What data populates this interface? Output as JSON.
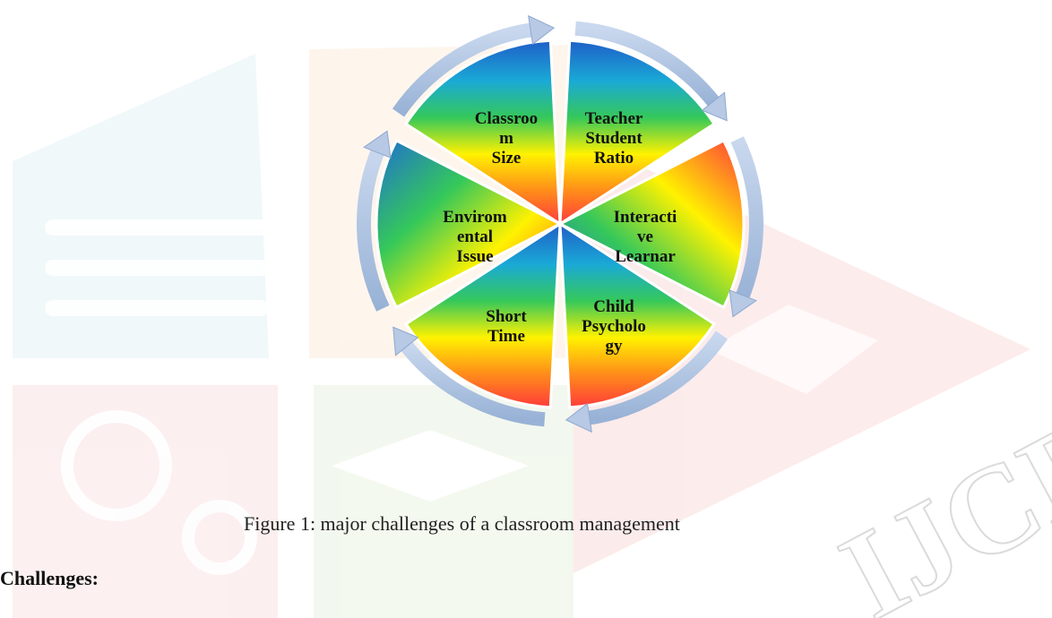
{
  "diagram": {
    "segments": [
      {
        "id": "classroom-size",
        "lines": [
          "Classroo",
          "m",
          "Size"
        ]
      },
      {
        "id": "teacher-student-ratio",
        "lines": [
          "Teacher",
          "Student",
          "Ratio"
        ]
      },
      {
        "id": "interactive-learnar",
        "lines": [
          "Interacti",
          "ve",
          "Learnar"
        ]
      },
      {
        "id": "child-psychology",
        "lines": [
          "Child",
          "Psycholo",
          "gy"
        ]
      },
      {
        "id": "short-time",
        "lines": [
          "Short",
          "Time"
        ]
      },
      {
        "id": "enviromental-issue",
        "lines": [
          "Envirom",
          "ental",
          "Issue"
        ]
      }
    ]
  },
  "caption": "Figure 1: major challenges of a classroom management",
  "section_heading": "Challenges:",
  "watermark": {
    "text": "IJCRT"
  }
}
